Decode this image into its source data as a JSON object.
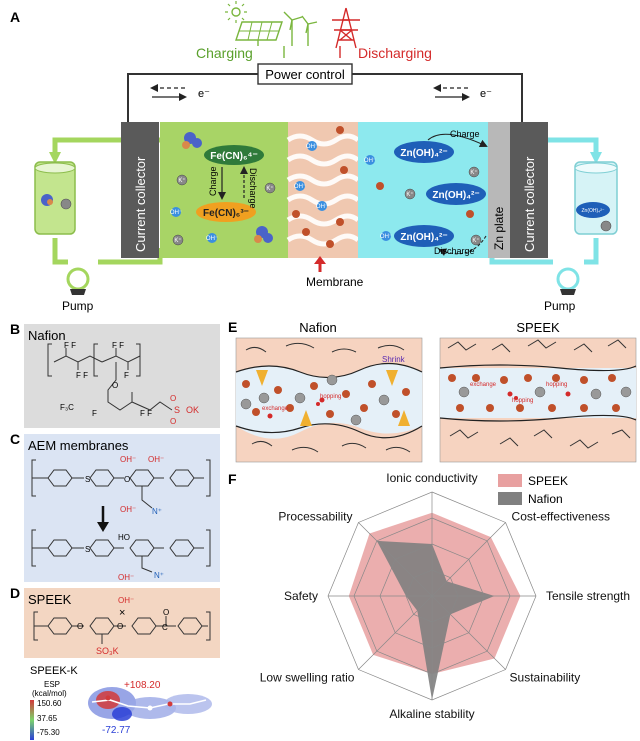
{
  "panel_a": {
    "letter": "A",
    "charging": "Charging",
    "discharging": "Discharging",
    "power_control": "Power control",
    "electron_left": "e⁻",
    "electron_right": "e⁻",
    "collector_left": "Current collector",
    "collector_right": "Current collector",
    "zn_plate": "Zn plate",
    "fe_cn6_4": "Fe(CN)₆⁴⁻",
    "fe_cn6_3": "Fe(CN)₆³⁻",
    "charge_left": "Charge",
    "discharge_left": "Discharge",
    "zn_oh4_1": "Zn(OH)₄²⁻",
    "zn_oh4_2": "Zn(OH)₄²⁻",
    "zn_oh4_3": "Zn(OH)₄²⁻",
    "charge_right": "Charge",
    "discharge_right": "Discharge",
    "membrane": "Membrane",
    "pump_left": "Pump",
    "pump_right": "Pump",
    "tank_label": "Zn(OH)₄²⁻",
    "ion_k": "K⁺",
    "ion_oh": "OH⁻"
  },
  "panel_b": {
    "letter": "B",
    "title": "Nafion",
    "so3": "S",
    "ok": "OK"
  },
  "panel_c": {
    "letter": "C",
    "title": "AEM membranes",
    "oh": "OH⁻",
    "n_plus": "N⁺"
  },
  "panel_d": {
    "letter": "D",
    "title": "SPEEK",
    "oh": "OH⁻",
    "so3k": "SO₃K",
    "speek_k": "SPEEK-K",
    "esp": "ESP",
    "unit": "(kcal/mol)",
    "scale_max": "150.60",
    "scale_mid": "37.65",
    "scale_min": "-75.30",
    "pos_value": "+108.20",
    "neg_value": "-72.77"
  },
  "panel_e": {
    "letter": "E",
    "left_title": "Nafion",
    "right_title": "SPEEK",
    "shrink": "Shrink",
    "exchange": "exchange",
    "hopping": "hopping"
  },
  "chart_data": {
    "type": "radar",
    "letter": "F",
    "axes": [
      "Ionic conductivity",
      "Cost-effectiveness",
      "Tensile strength",
      "Sustainability",
      "Alkaline stability",
      "Low swelling ratio",
      "Safety",
      "Processability"
    ],
    "series": [
      {
        "name": "SPEEK",
        "color": "#e8a0a0",
        "values": [
          0.8,
          0.8,
          0.85,
          0.85,
          0.75,
          0.8,
          0.8,
          0.85
        ]
      },
      {
        "name": "Nafion",
        "color": "#808080",
        "values": [
          0.5,
          0.2,
          0.6,
          0.25,
          1.0,
          0.2,
          0.25,
          0.75
        ]
      }
    ],
    "range": [
      0,
      1
    ],
    "rings": 4,
    "legend_position": "top-right"
  }
}
